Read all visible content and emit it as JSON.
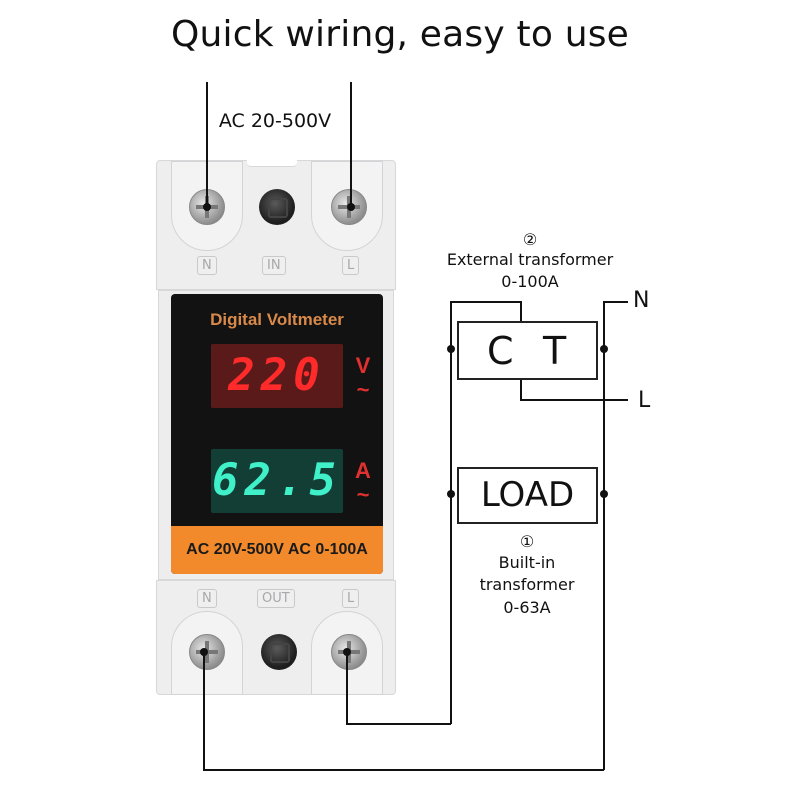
{
  "title": "Quick wiring, easy to use",
  "input_voltage_label": "AC 20-500V",
  "device": {
    "top_terminals": [
      "N",
      "IN",
      "L"
    ],
    "bottom_terminals": [
      "N",
      "OUT",
      "L"
    ],
    "panel_title": "Digital Voltmeter",
    "voltage_reading": "220",
    "voltage_unit": "V",
    "current_reading": "62.5",
    "current_unit": "A",
    "ac_symbol": "~",
    "rating_label": "AC 20V-500V  AC 0-100A",
    "colors": {
      "voltage_display": "#ff2a2a",
      "current_display": "#3ff0c8",
      "panel_title": "#d98a4a",
      "rating_band": "#f28a2b"
    }
  },
  "diagram": {
    "external": {
      "marker": "②",
      "label": "External transformer",
      "range": "0-100A",
      "ct_letters": [
        "C",
        "T"
      ]
    },
    "builtin": {
      "marker": "①",
      "label_line1": "Built-in",
      "label_line2": "transformer",
      "range": "0-63A"
    },
    "load_label": "LOAD",
    "line_labels": {
      "neutral": "N",
      "live": "L"
    }
  }
}
